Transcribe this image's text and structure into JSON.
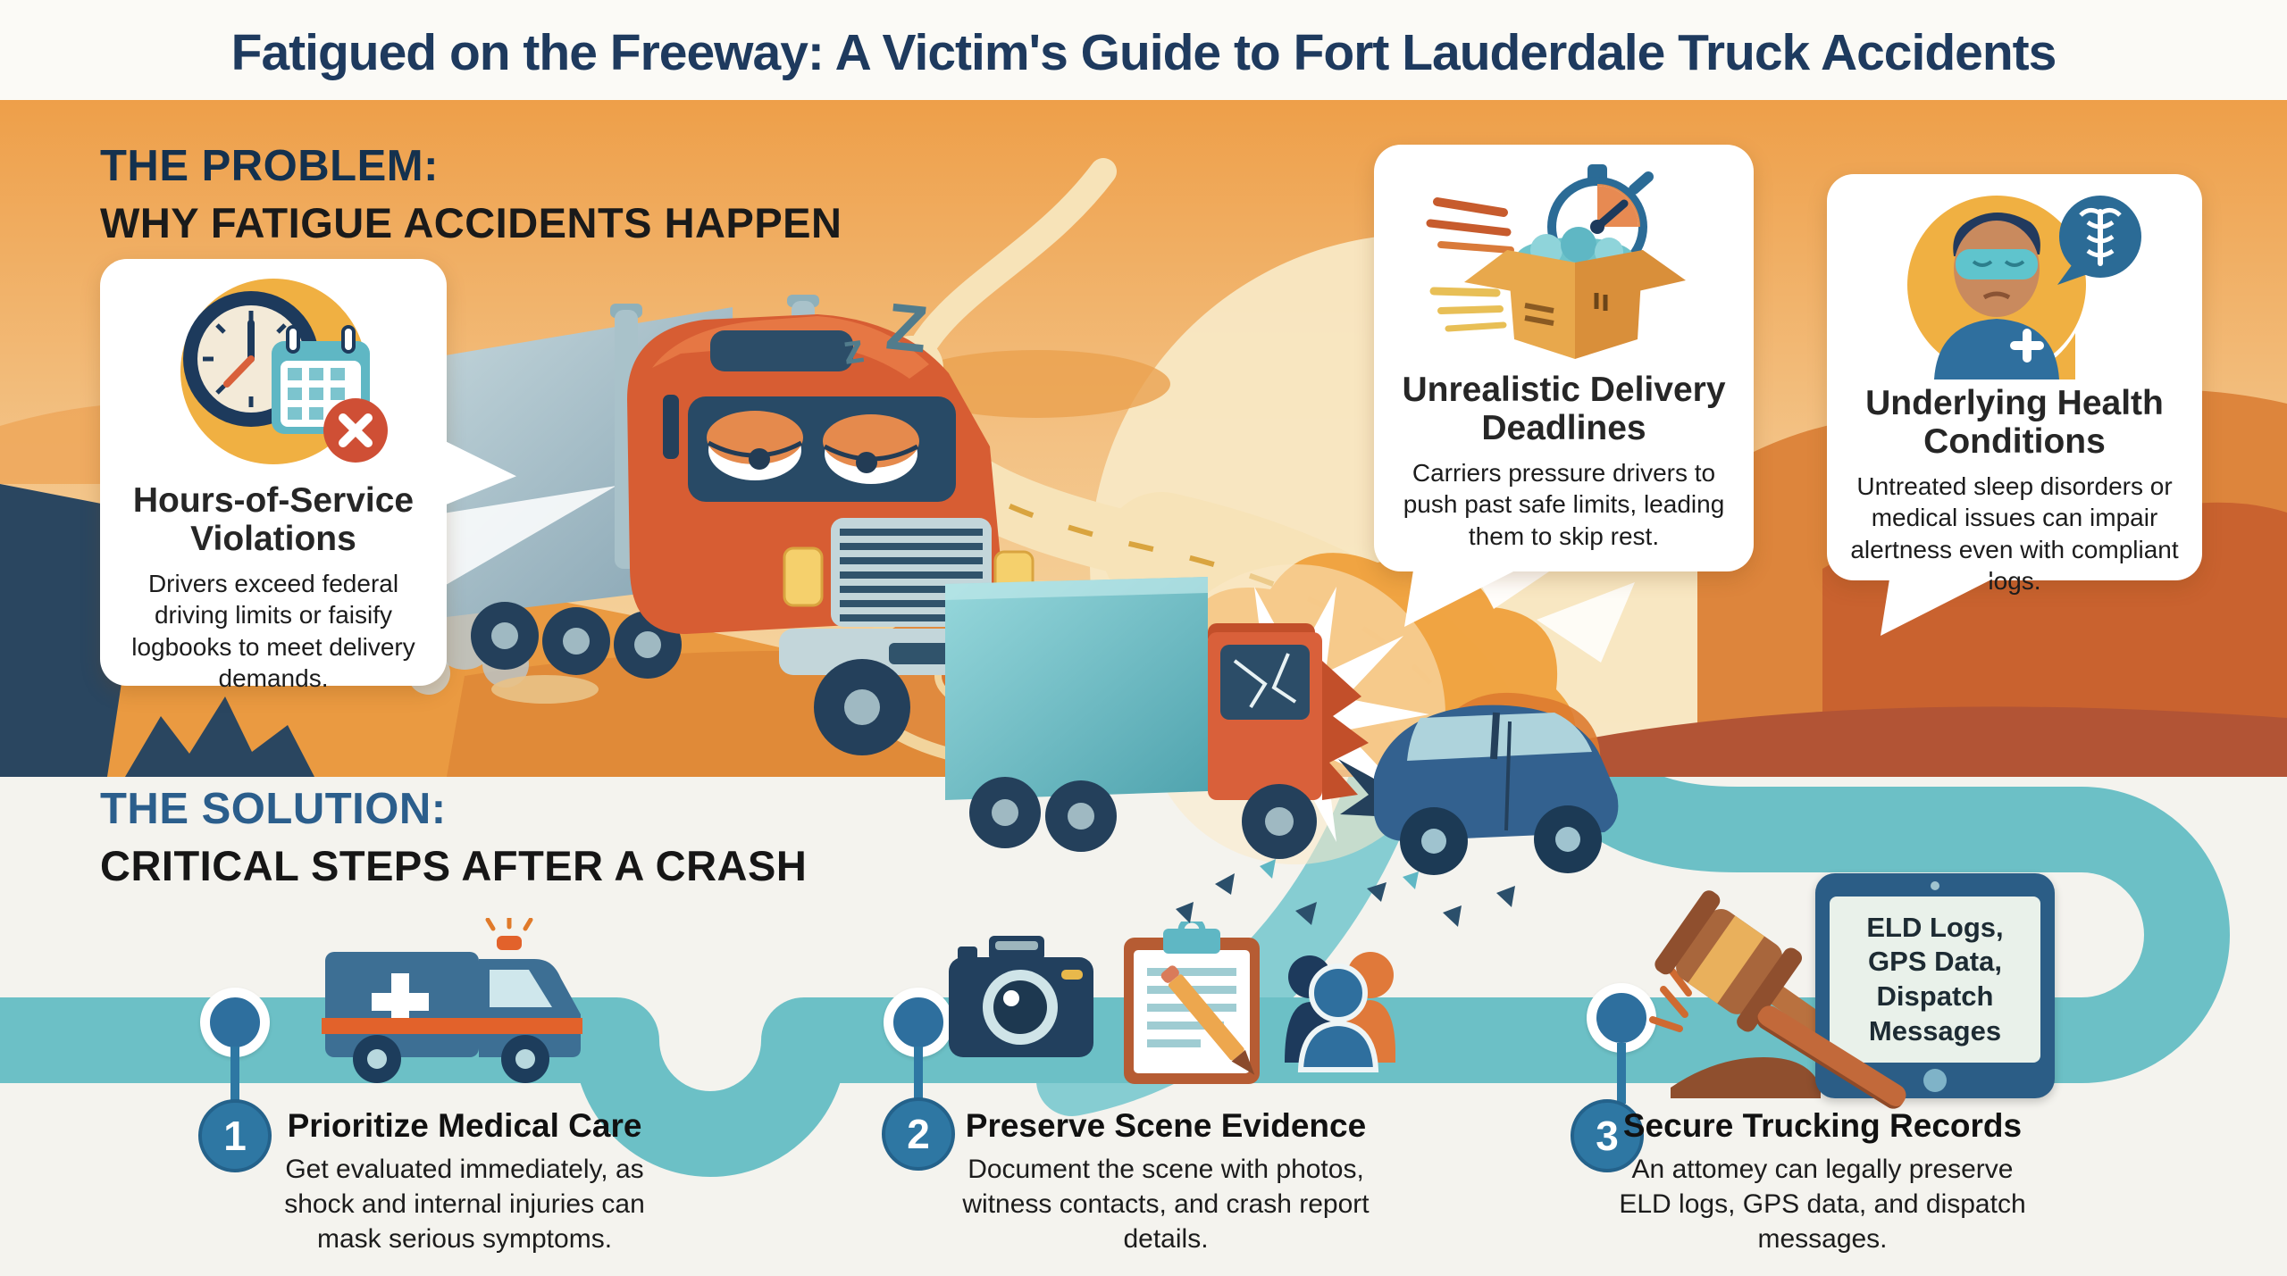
{
  "title": "Fatigued on the Freeway: A Victim's Guide to Fort Lauderdale Truck Accidents",
  "problem": {
    "heading1": "THE PROBLEM:",
    "heading2": "WHY FATIGUE ACCIDENTS HAPPEN",
    "sleep_z_small": "z",
    "sleep_z_big": "Z",
    "cards": [
      {
        "icon": "clock-calendar-x-icon",
        "title": "Hours-of-Service Violations",
        "body": "Drivers exceed federal driving limits or faisify logbooks to meet delivery demands."
      },
      {
        "icon": "stopwatch-package-box-icon",
        "title": "Unrealistic Delivery Deadlines",
        "body": "Carriers pressure drivers to push past safe limits, leading them to skip rest."
      },
      {
        "icon": "sleeping-driver-caduceus-icon",
        "title": "Underlying Health Conditions",
        "body": "Untreated sleep disorders or medical issues can impair alertness even with compliant logs."
      }
    ]
  },
  "solution": {
    "heading1": "THE SOLUTION:",
    "heading2": "CRITICAL STEPS AFTER A CRASH",
    "steps": [
      {
        "number": "1",
        "icon": "ambulance-icon",
        "title": "Prioritize Medical Care",
        "body": "Get evaluated immediately, as shock and internal injuries can mask serious symptoms."
      },
      {
        "number": "2",
        "icon": "camera-clipboard-witnesses-icon",
        "title": "Preserve Scene Evidence",
        "body": "Document the scene with photos, witness contacts, and crash report details."
      },
      {
        "number": "3",
        "icon": "gavel-tablet-icon",
        "title": "Secure Trucking Records",
        "body": "An attomey can legally preserve ELD logs, GPS data, and dispatch messages."
      }
    ],
    "tablet_text": "ELD Logs, GPS Data, Dispatch Messages"
  },
  "colors": {
    "accent_teal": "#6cc0c6",
    "navy": "#1e3a5e",
    "heading_blue": "#2b5e8c",
    "truck_orange": "#d9603a",
    "badge_blue": "#2e77a3",
    "sky_orange": "#efa04b",
    "card_bg": "#ffffff",
    "section_bg": "#f4f3ee"
  }
}
